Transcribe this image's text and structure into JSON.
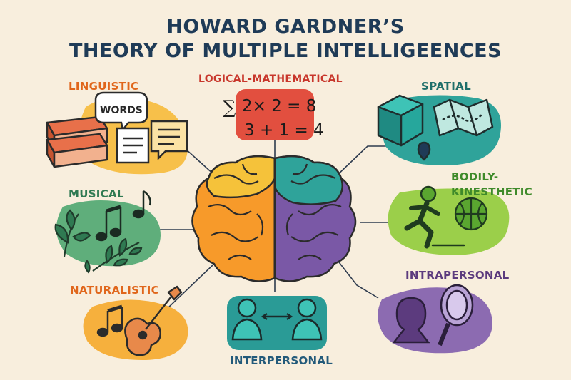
{
  "title": {
    "line1": "HOWARD GARDNER’S",
    "line2": "THEORY OF MULTIPLE INTELLIGEENCES"
  },
  "intelligences": {
    "linguistic": "LINGUISTIC",
    "logical_mathematical": "LOGICAL-MATHEMATICAL",
    "spatial": "SPATIAL",
    "musical": "MUSICAL",
    "bodily_kinesthetic": [
      "BODILY-",
      "KINESTHETIC"
    ],
    "naturalistic": "NATURALISTIC",
    "intrapersonal": "INTRAPERSONAL",
    "interpersonal": "INTERPERSONAL"
  },
  "icons": {
    "words_bubble": "WORDS",
    "sigma": "∑",
    "math_line1": "2× 2 = 8",
    "math_line2": "3 + 1 = 4"
  },
  "colors": {
    "background": "#f8eedd",
    "title": "#1f3b57",
    "linguistic": "#f7c04a",
    "logical": "#e24f3f",
    "spatial": "#2fa39a",
    "musical": "#5fae7b",
    "bodily": "#9bcf4a",
    "naturalistic": "#f6b03d",
    "intrapersonal": "#8c6bb1",
    "interpersonal": "#2a9b96"
  }
}
